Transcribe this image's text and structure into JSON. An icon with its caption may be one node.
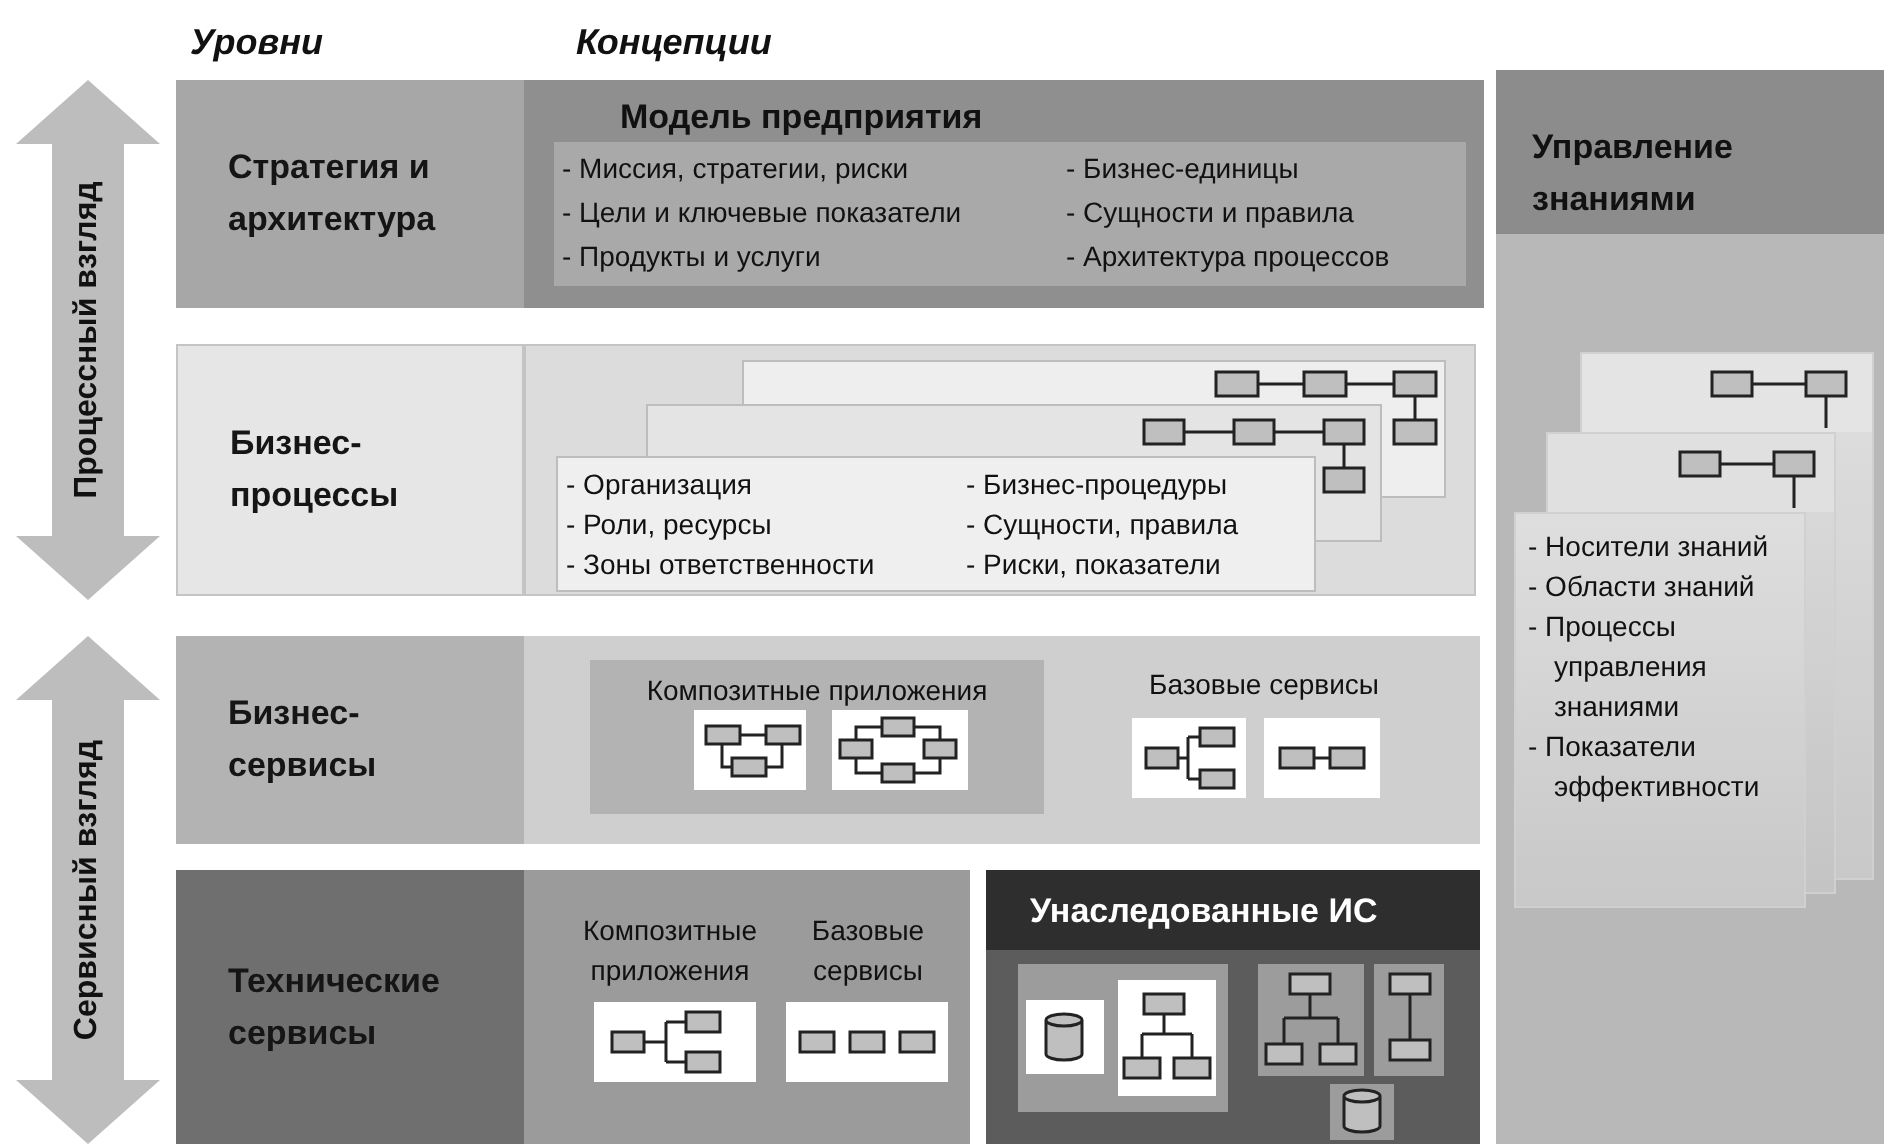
{
  "diagram": {
    "nodes": [
      {
        "text": [
          "Стратегия и архитектура"
        ]
      },
      {
        "text": [
          "Модель предприятия"
        ]
      },
      {
        "text": [
          "- Миссия, стратегии, риски",
          "- Цели и ключевые показатели",
          "- Продукты и услуги",
          "- Бизнес-единицы",
          "- Сущности и правила",
          "- Архитектура процессов"
        ],
        "in": 1
      },
      {
        "text": [
          "Бизнес-процессы"
        ]
      },
      {
        "text": [],
        "shape": "box"
      },
      {
        "text": [],
        "shape": "box",
        "in": 4
      },
      {
        "text": [],
        "shape": "box",
        "in": 4
      },
      {
        "text": [
          "- Организация",
          "- Роли, ресурсы",
          "- Зоны ответственности",
          "- Бизнес-процедуры",
          "- Сущности, правила",
          "- Риски, показатели"
        ],
        "in": 4
      },
      {
        "text": [
          "Бизнес-сервисы"
        ]
      },
      {
        "text": [],
        "shape": "box"
      },
      {
        "text": [
          "Композитные приложения"
        ],
        "in": 9
      },
      {
        "text": [
          "Технические сервисы"
        ]
      },
      {
        "text": [],
        "shape": "box"
      },
      {
        "text": [
          "Унаследованные ИС"
        ]
      },
      {
        "text": [
          "Управление знаниями"
        ]
      },
      {
        "text": [],
        "shape": "box",
        "in": 14
      },
      {
        "text": [],
        "shape": "box",
        "in": 14
      },
      {
        "text": [
          "- Носители знаний",
          "- Области знаний",
          "- Процессы управления знаниями",
          "- Показатели эффективности"
        ],
        "in": 14
      }
    ],
    "labels": [
      "Уровни",
      "Концепции",
      "Процессный взгляд",
      "Сервисный взгляд",
      "Базовые сервисы",
      "Композитные приложения",
      "Базовые сервисы"
    ]
  }
}
